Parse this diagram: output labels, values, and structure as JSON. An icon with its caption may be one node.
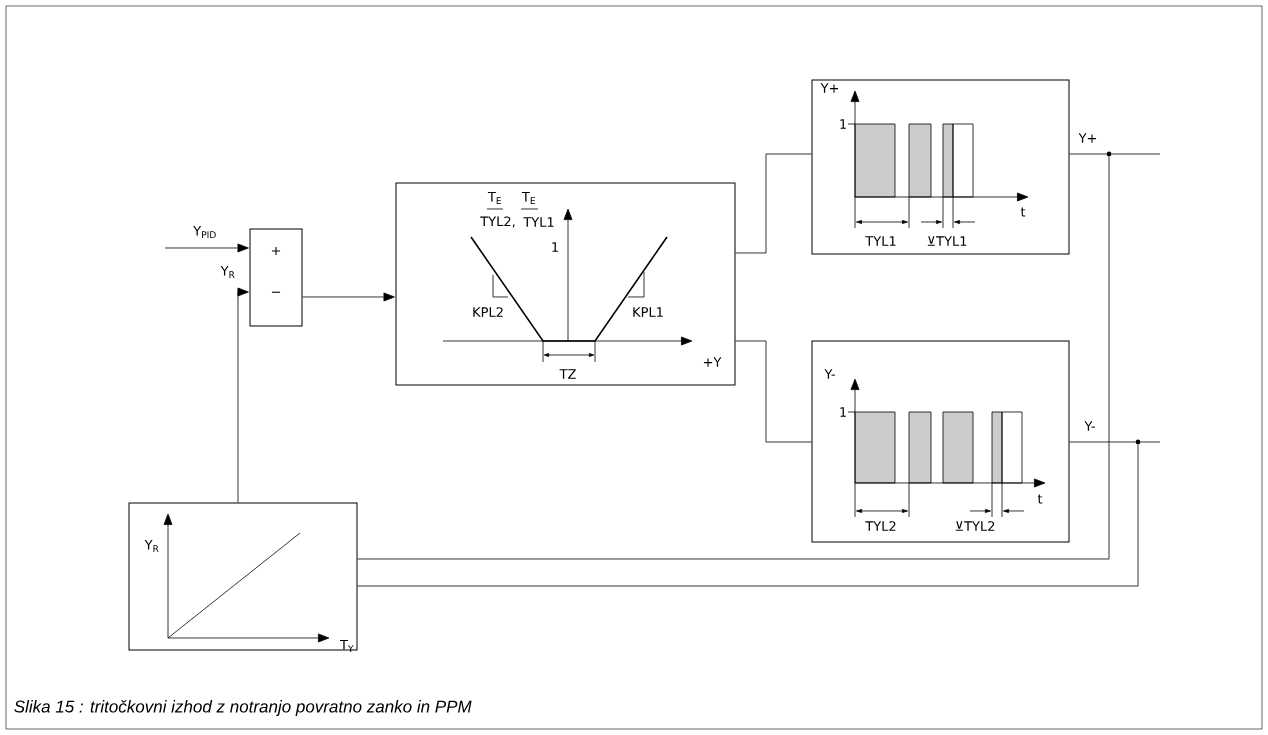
{
  "diagram": {
    "caption": "Slika 15 : tritočkovni izhod z notranjo povratno zanko in PPM",
    "nodes": [
      {
        "text": [
          "+",
          "−"
        ]
      },
      {
        "text": [
          "T$_{E}$",
          "TYL2,",
          "T$_{E}$",
          "TYL1",
          "1",
          "KPL2",
          "KPL1",
          "TZ",
          "+Y"
        ]
      },
      {
        "text": [
          "Y+",
          "1",
          "t",
          "TYL1",
          "⊻TYL1"
        ]
      },
      {
        "text": [
          "Y-",
          "1",
          "t",
          "TYL2",
          "⊻TYL2"
        ]
      },
      {
        "text": [
          "Y$_{R}$",
          "T$_{Y}$"
        ]
      },
      {
        "text": [],
        "shape": "circle"
      },
      {
        "text": [],
        "shape": "circle"
      }
    ],
    "edges": [
      {
        "from": null,
        "to": 0,
        "arrow": "to",
        "label": "Y$_{PID}$"
      },
      {
        "from": 4,
        "to": 0,
        "arrow": "to",
        "label": "Y$_{R}$"
      },
      {
        "from": 0,
        "to": 1,
        "arrow": "to"
      },
      {
        "from": 1,
        "to": 2,
        "arrow": "none"
      },
      {
        "from": 1,
        "to": 3,
        "arrow": "none"
      },
      {
        "from": 2,
        "to": 5,
        "arrow": "none",
        "label": "Y+"
      },
      {
        "from": 5,
        "to": null,
        "arrow": "none"
      },
      {
        "from": 3,
        "to": 6,
        "arrow": "none",
        "label": "Y-"
      },
      {
        "from": 6,
        "to": null,
        "arrow": "none"
      },
      {
        "from": 5,
        "to": 4,
        "arrow": "none"
      },
      {
        "from": 6,
        "to": 4,
        "arrow": "none"
      }
    ]
  }
}
